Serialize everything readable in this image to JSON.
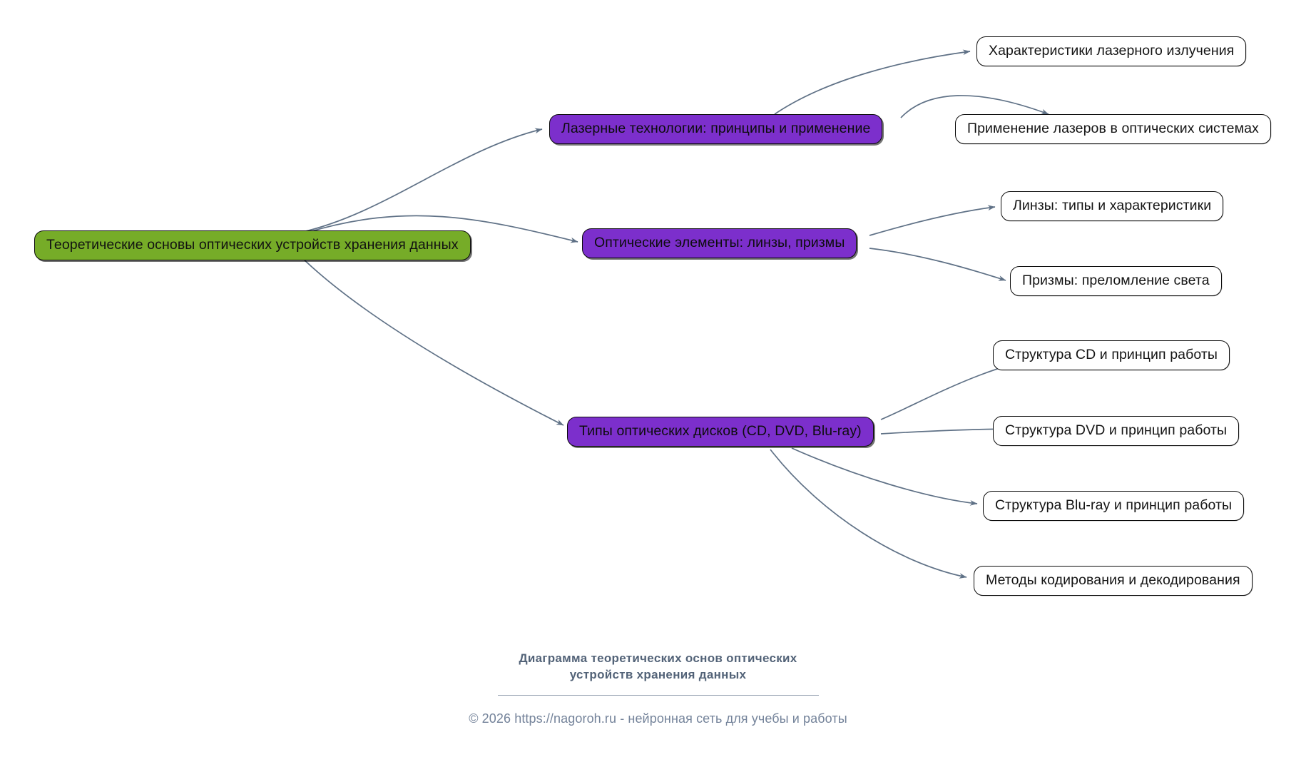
{
  "diagram": {
    "type": "mindmap",
    "title": "Диаграмма теоретических основ оптических устройств хранения данных",
    "colors": {
      "root_fill": "#76ac28",
      "branch_fill": "#7c2fcc",
      "leaf_fill": "#ffffff",
      "edge_stroke": "#5f7186",
      "node_border": "#0d0d0d",
      "footer_title": "#536378",
      "footer_copy": "#74839a",
      "background": "#ffffff"
    },
    "root": {
      "label": "Теоретические основы оптических устройств хранения данных"
    },
    "branches": [
      {
        "label": "Лазерные технологии: принципы и применение",
        "children": [
          "Характеристики лазерного излучения",
          "Применение лазеров в оптических системах"
        ]
      },
      {
        "label": "Оптические элементы: линзы, призмы",
        "children": [
          "Линзы: типы и характеристики",
          "Призмы: преломление света"
        ]
      },
      {
        "label": "Типы оптических дисков (CD, DVD, Blu-ray)",
        "children": [
          "Структура CD и принцип работы",
          "Структура DVD и принцип работы",
          "Структура Blu-ray и принцип работы",
          "Методы кодирования и декодирования"
        ]
      }
    ]
  },
  "footer": {
    "title_line1": "Диаграмма теоретических основ оптических",
    "title_line2": "устройств хранения данных",
    "copyright": "© 2026 https://nagoroh.ru - нейронная сеть для учебы и работы"
  }
}
